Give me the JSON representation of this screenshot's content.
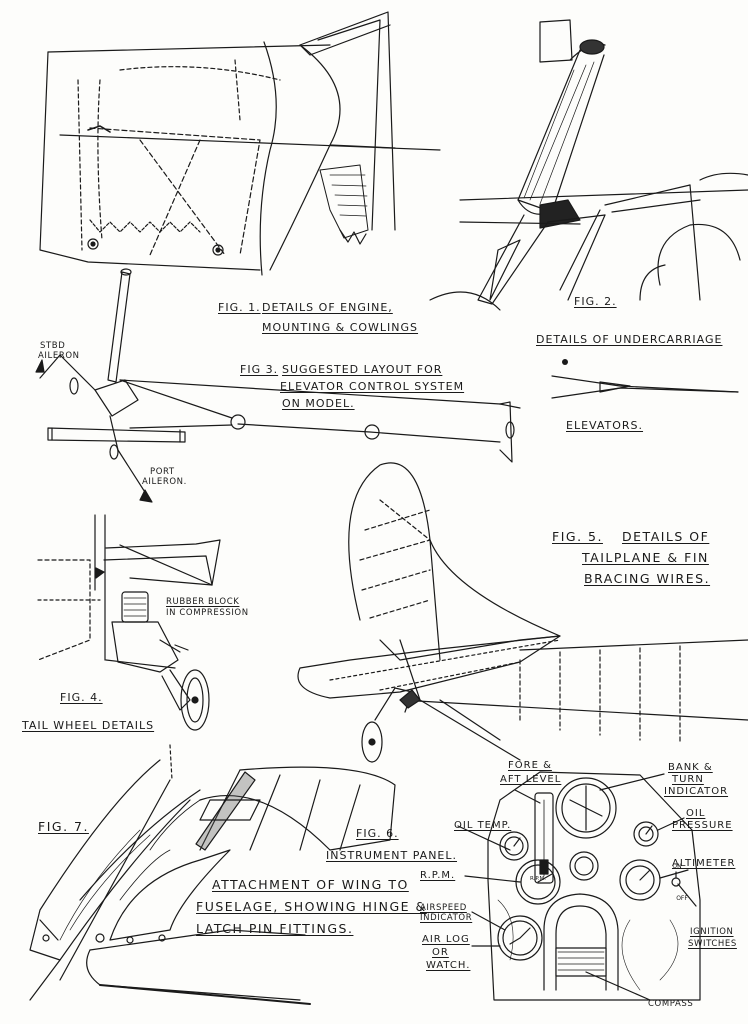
{
  "fig1": {
    "title": "FIG. 1.",
    "line1": "DETAILS OF ENGINE,",
    "line2": "MOUNTING & COWLINGS"
  },
  "fig2": {
    "title": "FIG. 2.",
    "caption": "DETAILS OF UNDERCARRIAGE"
  },
  "fig3": {
    "title": "FIG 3.",
    "line1": "SUGGESTED LAYOUT FOR",
    "line2": "ELEVATOR CONTROL SYSTEM",
    "line3": "ON MODEL.",
    "stbd1": "STBD",
    "stbd2": "AILERON",
    "port1": "PORT",
    "port2": "AILERON.",
    "elevators": "ELEVATORS."
  },
  "fig4": {
    "title": "FIG. 4.",
    "caption": "TAIL WHEEL DETAILS",
    "rubber1": "RUBBER BLOCK",
    "rubber2": "IN COMPRESSION"
  },
  "fig5": {
    "title": "FIG. 5.",
    "line1": "DETAILS OF",
    "line2": "TAILPLANE & FIN",
    "line3": "BRACING WIRES."
  },
  "fig6": {
    "title": "FIG. 6.",
    "caption": "INSTRUMENT PANEL.",
    "fore1": "FORE &",
    "fore2": "AFT LEVEL",
    "bank1": "BANK &",
    "bank2": "TURN",
    "bank3": "INDICATOR",
    "oilpress1": "OIL",
    "oilpress2": "PRESSURE",
    "oiltemp": "OIL TEMP.",
    "altimeter": "ALTIMETER",
    "rpm": "R.P.M.",
    "rpm_dial": "R.P.M.",
    "airspeed1": "AIRSPEED",
    "airspeed2": "INDICATOR",
    "airlog1": "AIR LOG",
    "airlog2": "OR",
    "airlog3": "WATCH.",
    "ignition1": "IGNITION",
    "ignition2": "SWITCHES",
    "switch_on": "ON",
    "switch_off": "OFF",
    "compass": "COMPASS"
  },
  "fig7": {
    "title": "FIG. 7.",
    "line1": "ATTACHMENT OF WING TO",
    "line2": "FUSELAGE, SHOWING HINGE &",
    "line3": "LATCH PIN FITTINGS."
  },
  "colors": {
    "ink": "#1a1a1a",
    "paper": "#fdfdfb",
    "shade": "#555555"
  }
}
